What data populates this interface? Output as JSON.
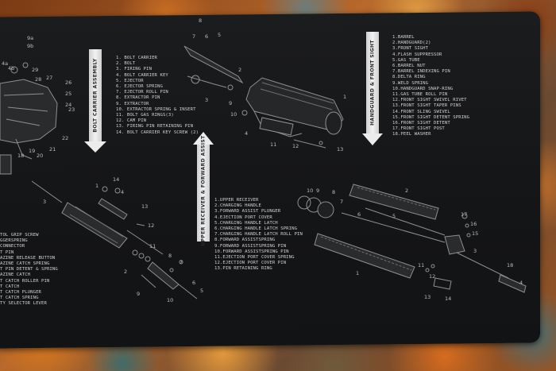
{
  "section_labels": {
    "bolt_carrier": "BOLT CARRIER ASSEMBLY",
    "upper_receiver": "UPPER RECEIVER & FORWARD ASSIST",
    "handguard": "HANDGUARD & FRONT SIGHT"
  },
  "bolt_list": [
    "1. BOLT CARRIER",
    "2. BOLT",
    "3. FIRING PIN",
    "4. BOLT CARRIER KEY",
    "5. EJECTOR",
    "6. EJECTOR SPRING",
    "7. EJECTOR ROLL PIN",
    "8. EXTRACTOR PIN",
    "9. EXTRACTOR",
    "10. EXTRACTOR SPRING & INSERT",
    "11. BOLT GAS RINGS(3)",
    "12. CAM PIN",
    "13. FIRING PIN RETAINING PIN",
    "14. BOLT CARRIER KEY SCREW (2)"
  ],
  "upper_list": [
    "1.UPPER RECEIVER",
    "2.CHARGING HANDLE",
    "3.FORWARD ASSIST PLUNGER",
    "4.EJECTION PORT COVER",
    "5.CHARGING HANDLE LATCH",
    "6.CHARGING HANDLE LATCH SPRING",
    "7.CHARGING HANDLE LATCH ROLL PIN",
    "8.FORWARD ASSISTSPRING",
    "9.FORWARD ASSISTSPRING PIN",
    "10.FORWARD ASSISTSPRING PIN",
    "11.EJECTION PORT COVER SPRING",
    "12.EJECTION PORT COVER PIN",
    "13.PIN RETAINING RING"
  ],
  "barrel_list": [
    "1.BARREL",
    "2.HANDGUARD(2)",
    "3.FRONT SIGHT",
    "4.FLASH SUPPRESSOR",
    "5.GAS TUBE",
    "6.BARREL NUT",
    "7.BARREL INDEXING PIN",
    "8.DELTA RING",
    "9.WELD SPRING",
    "10.HANDGUARD SNAP-RING",
    "11.GAS TUBE ROLL PIN",
    "12.FRONT SIGHT SWIVEL RIVET",
    "13.FRONT SIGHT TAPER PINS",
    "14.FRONT SLING SWIVEL",
    "15.FRONT SIGHT DETENT SPRING",
    "16.FRONT SIGHT DETENT",
    "17.FRONT SIGHT POST",
    "18.PEEL WASHER"
  ],
  "lower_list_partial": [
    "TOL GRIP SCREW",
    "GGERSPRING",
    "CONNECTOR",
    "T PIN",
    "AZINE RELEASE BUTTON",
    "AZINE CATCH SPRING",
    "T PIN DETENT & SPRING",
    "AZINE CATCH",
    "T CATCH ROLLER PIN",
    "T CATCH",
    "T CATCH PLUNGER",
    "T CATCH SPRING",
    "TY SELECTOR LEVER"
  ],
  "callouts": {
    "lower": [
      "9a",
      "9b",
      "4a",
      "4b",
      "29",
      "28",
      "27",
      "26",
      "25",
      "24",
      "23",
      "22",
      "21",
      "20",
      "19",
      "18"
    ],
    "upper": [
      "1",
      "2",
      "3",
      "4",
      "5",
      "6",
      "7",
      "8",
      "9",
      "10",
      "11",
      "12",
      "13"
    ],
    "bolt": [
      "1",
      "2",
      "3",
      "4",
      "5",
      "6",
      "7",
      "8",
      "9",
      "10",
      "11",
      "12",
      "13",
      "14"
    ],
    "barrel": [
      "1",
      "2",
      "3",
      "4",
      "5",
      "6",
      "7",
      "8",
      "9",
      "10",
      "11",
      "12",
      "13",
      "14",
      "15",
      "16",
      "17",
      "18"
    ]
  },
  "colors": {
    "mat": "#141517",
    "print": "#cfcfcf",
    "arrow": "#e8e8e8"
  }
}
